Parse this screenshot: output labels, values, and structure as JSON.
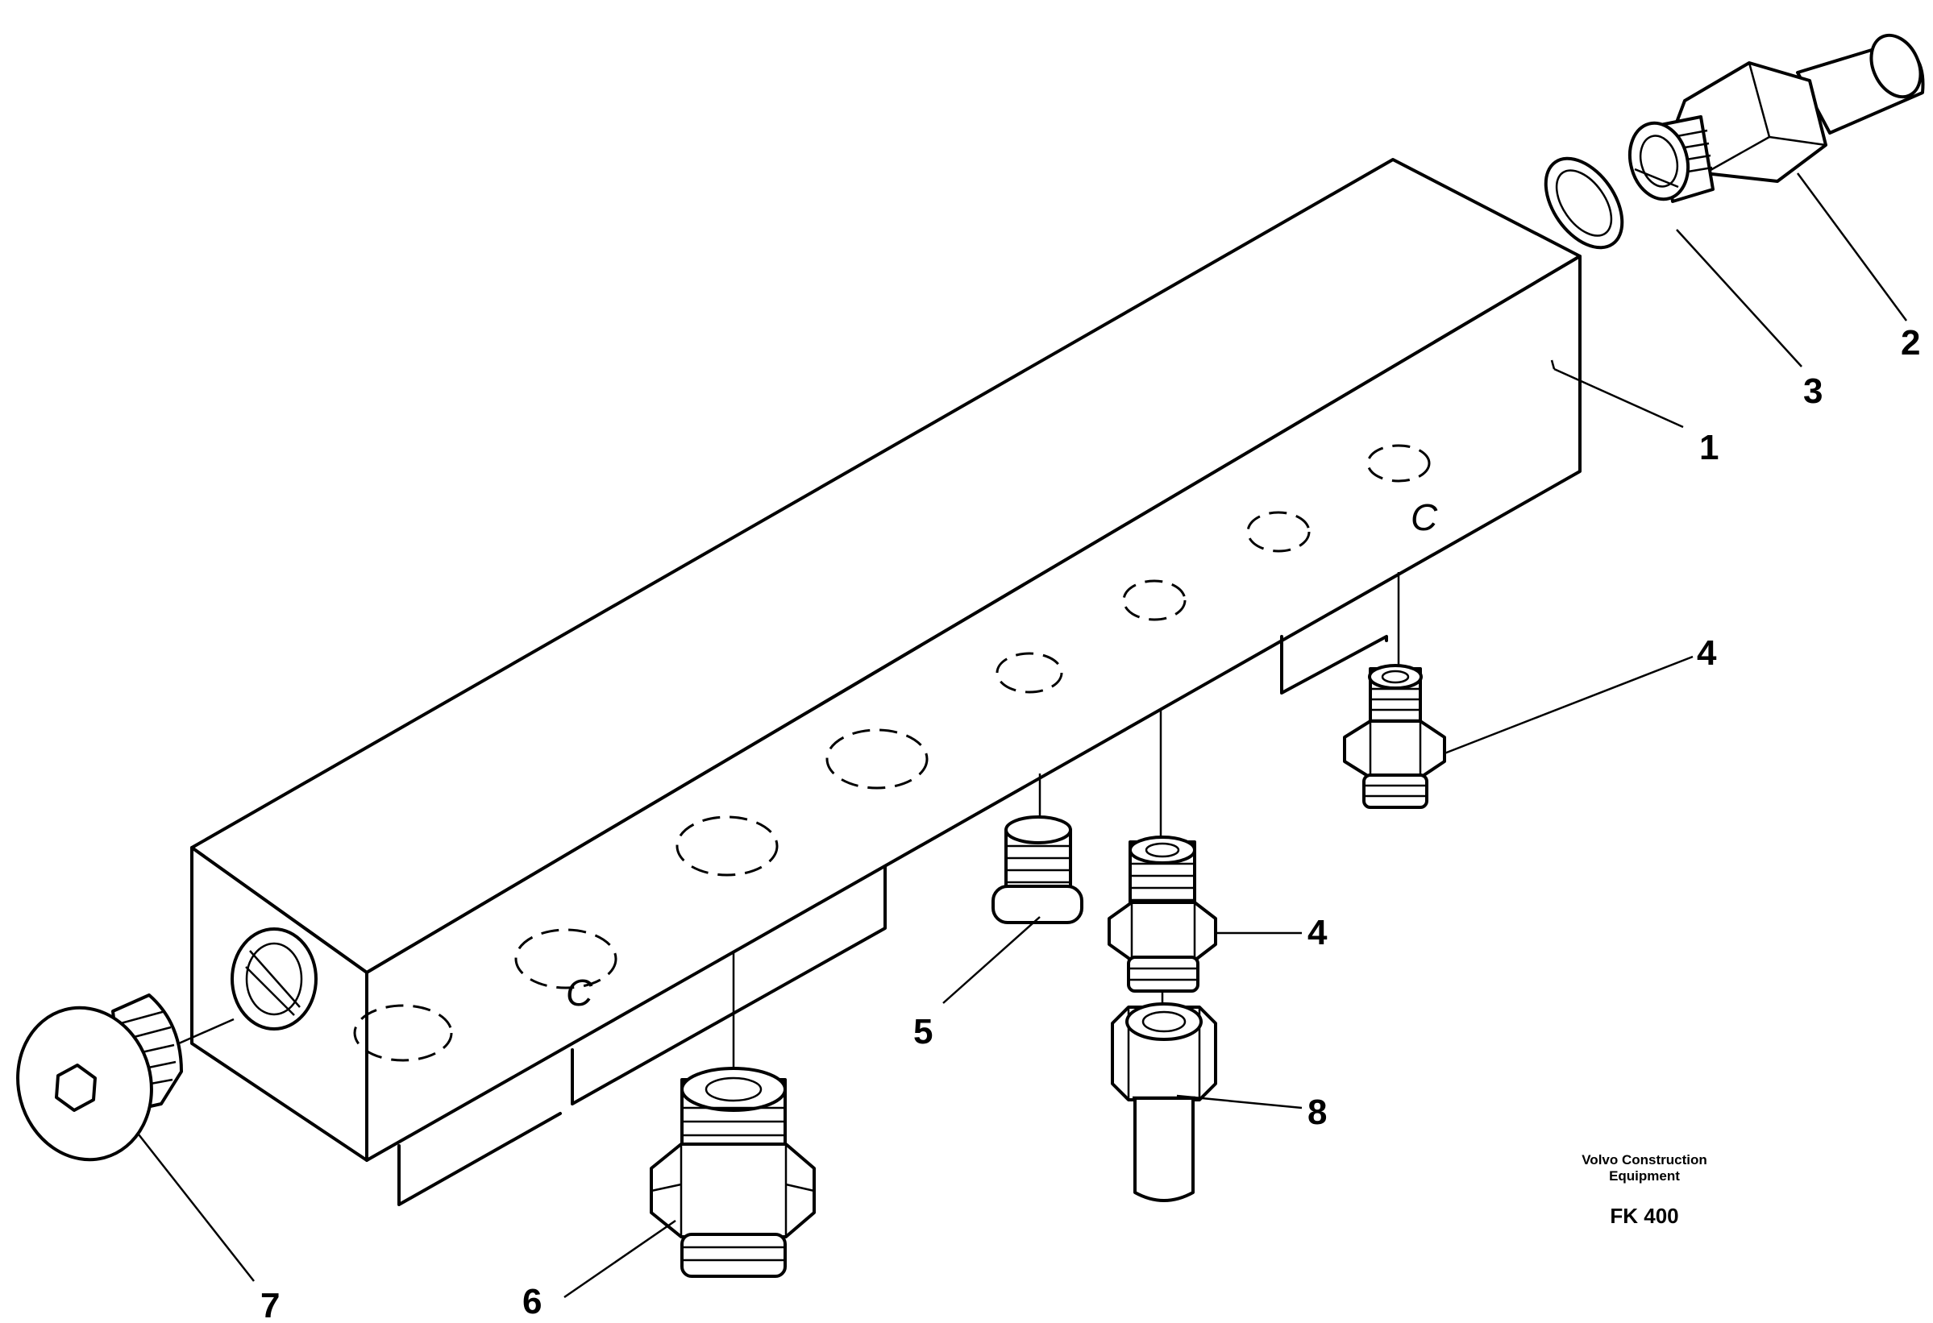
{
  "callouts": {
    "c1": "1",
    "c2": "2",
    "c3": "3",
    "c4a": "4",
    "c4b": "4",
    "c5": "5",
    "c6": "6",
    "c7": "7",
    "c8": "8"
  },
  "port_marks": {
    "m1": "C",
    "m2": "C"
  },
  "brand": {
    "line1": "Volvo Construction",
    "line2": "Equipment",
    "code": "FK 400"
  }
}
